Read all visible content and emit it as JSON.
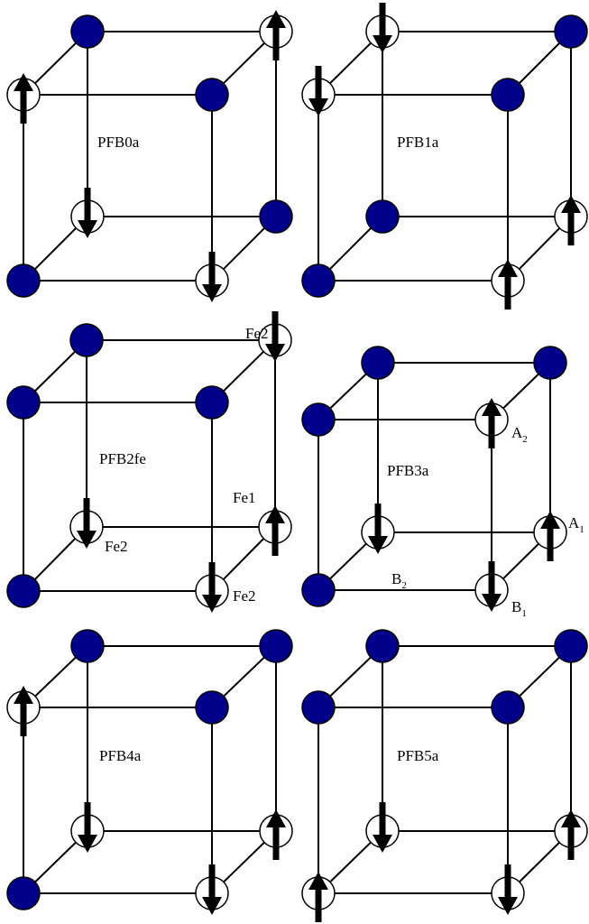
{
  "colors": {
    "atom": "#00008b",
    "spin_site": "#ffffff",
    "line": "#000000"
  },
  "panels": [
    {
      "id": "pfb0a",
      "label": "PFB0a",
      "corners": {
        "ftl": "up",
        "ftr": "atom",
        "fbl": "atom",
        "fbr": "down",
        "btl": "atom",
        "btr": "up",
        "bbl": "down",
        "bbr": "atom"
      }
    },
    {
      "id": "pfb1a",
      "label": "PFB1a",
      "corners": {
        "ftl": "down",
        "ftr": "atom",
        "fbl": "atom",
        "fbr": "up",
        "btl": "down",
        "btr": "atom",
        "bbl": "atom",
        "bbr": "up"
      }
    },
    {
      "id": "pfb2fe",
      "label": "PFB2fe",
      "corners": {
        "ftl": "atom",
        "ftr": "atom",
        "fbl": "atom",
        "fbr": "down",
        "btl": "atom",
        "btr": "down",
        "bbl": "down",
        "bbr": "up"
      },
      "site_labels": {
        "btr": "Fe2",
        "bbr": "Fe1",
        "bbl": "Fe2",
        "fbr": "Fe2"
      }
    },
    {
      "id": "pfb3a",
      "label": "PFB3a",
      "corners": {
        "ftl": "atom",
        "ftr": "up",
        "fbl": "atom",
        "fbr": "down",
        "btl": "atom",
        "btr": "atom",
        "bbl": "down",
        "bbr": "up"
      },
      "site_labels": {
        "ftr": {
          "main": "A",
          "sub": "2"
        },
        "bbr": {
          "main": "A",
          "sub": "1"
        },
        "bbl": {
          "main": "B",
          "sub": "2"
        },
        "fbr": {
          "main": "B",
          "sub": "1"
        }
      }
    },
    {
      "id": "pfb4a",
      "label": "PFB4a",
      "corners": {
        "ftl": "up",
        "ftr": "atom",
        "fbl": "atom",
        "fbr": "down",
        "btl": "atom",
        "btr": "atom",
        "bbl": "down",
        "bbr": "up"
      }
    },
    {
      "id": "pfb5a",
      "label": "PFB5a",
      "corners": {
        "ftl": "atom",
        "ftr": "atom",
        "fbl": "up",
        "fbr": "down",
        "btl": "atom",
        "btr": "atom",
        "bbl": "down",
        "bbr": "up"
      }
    }
  ]
}
